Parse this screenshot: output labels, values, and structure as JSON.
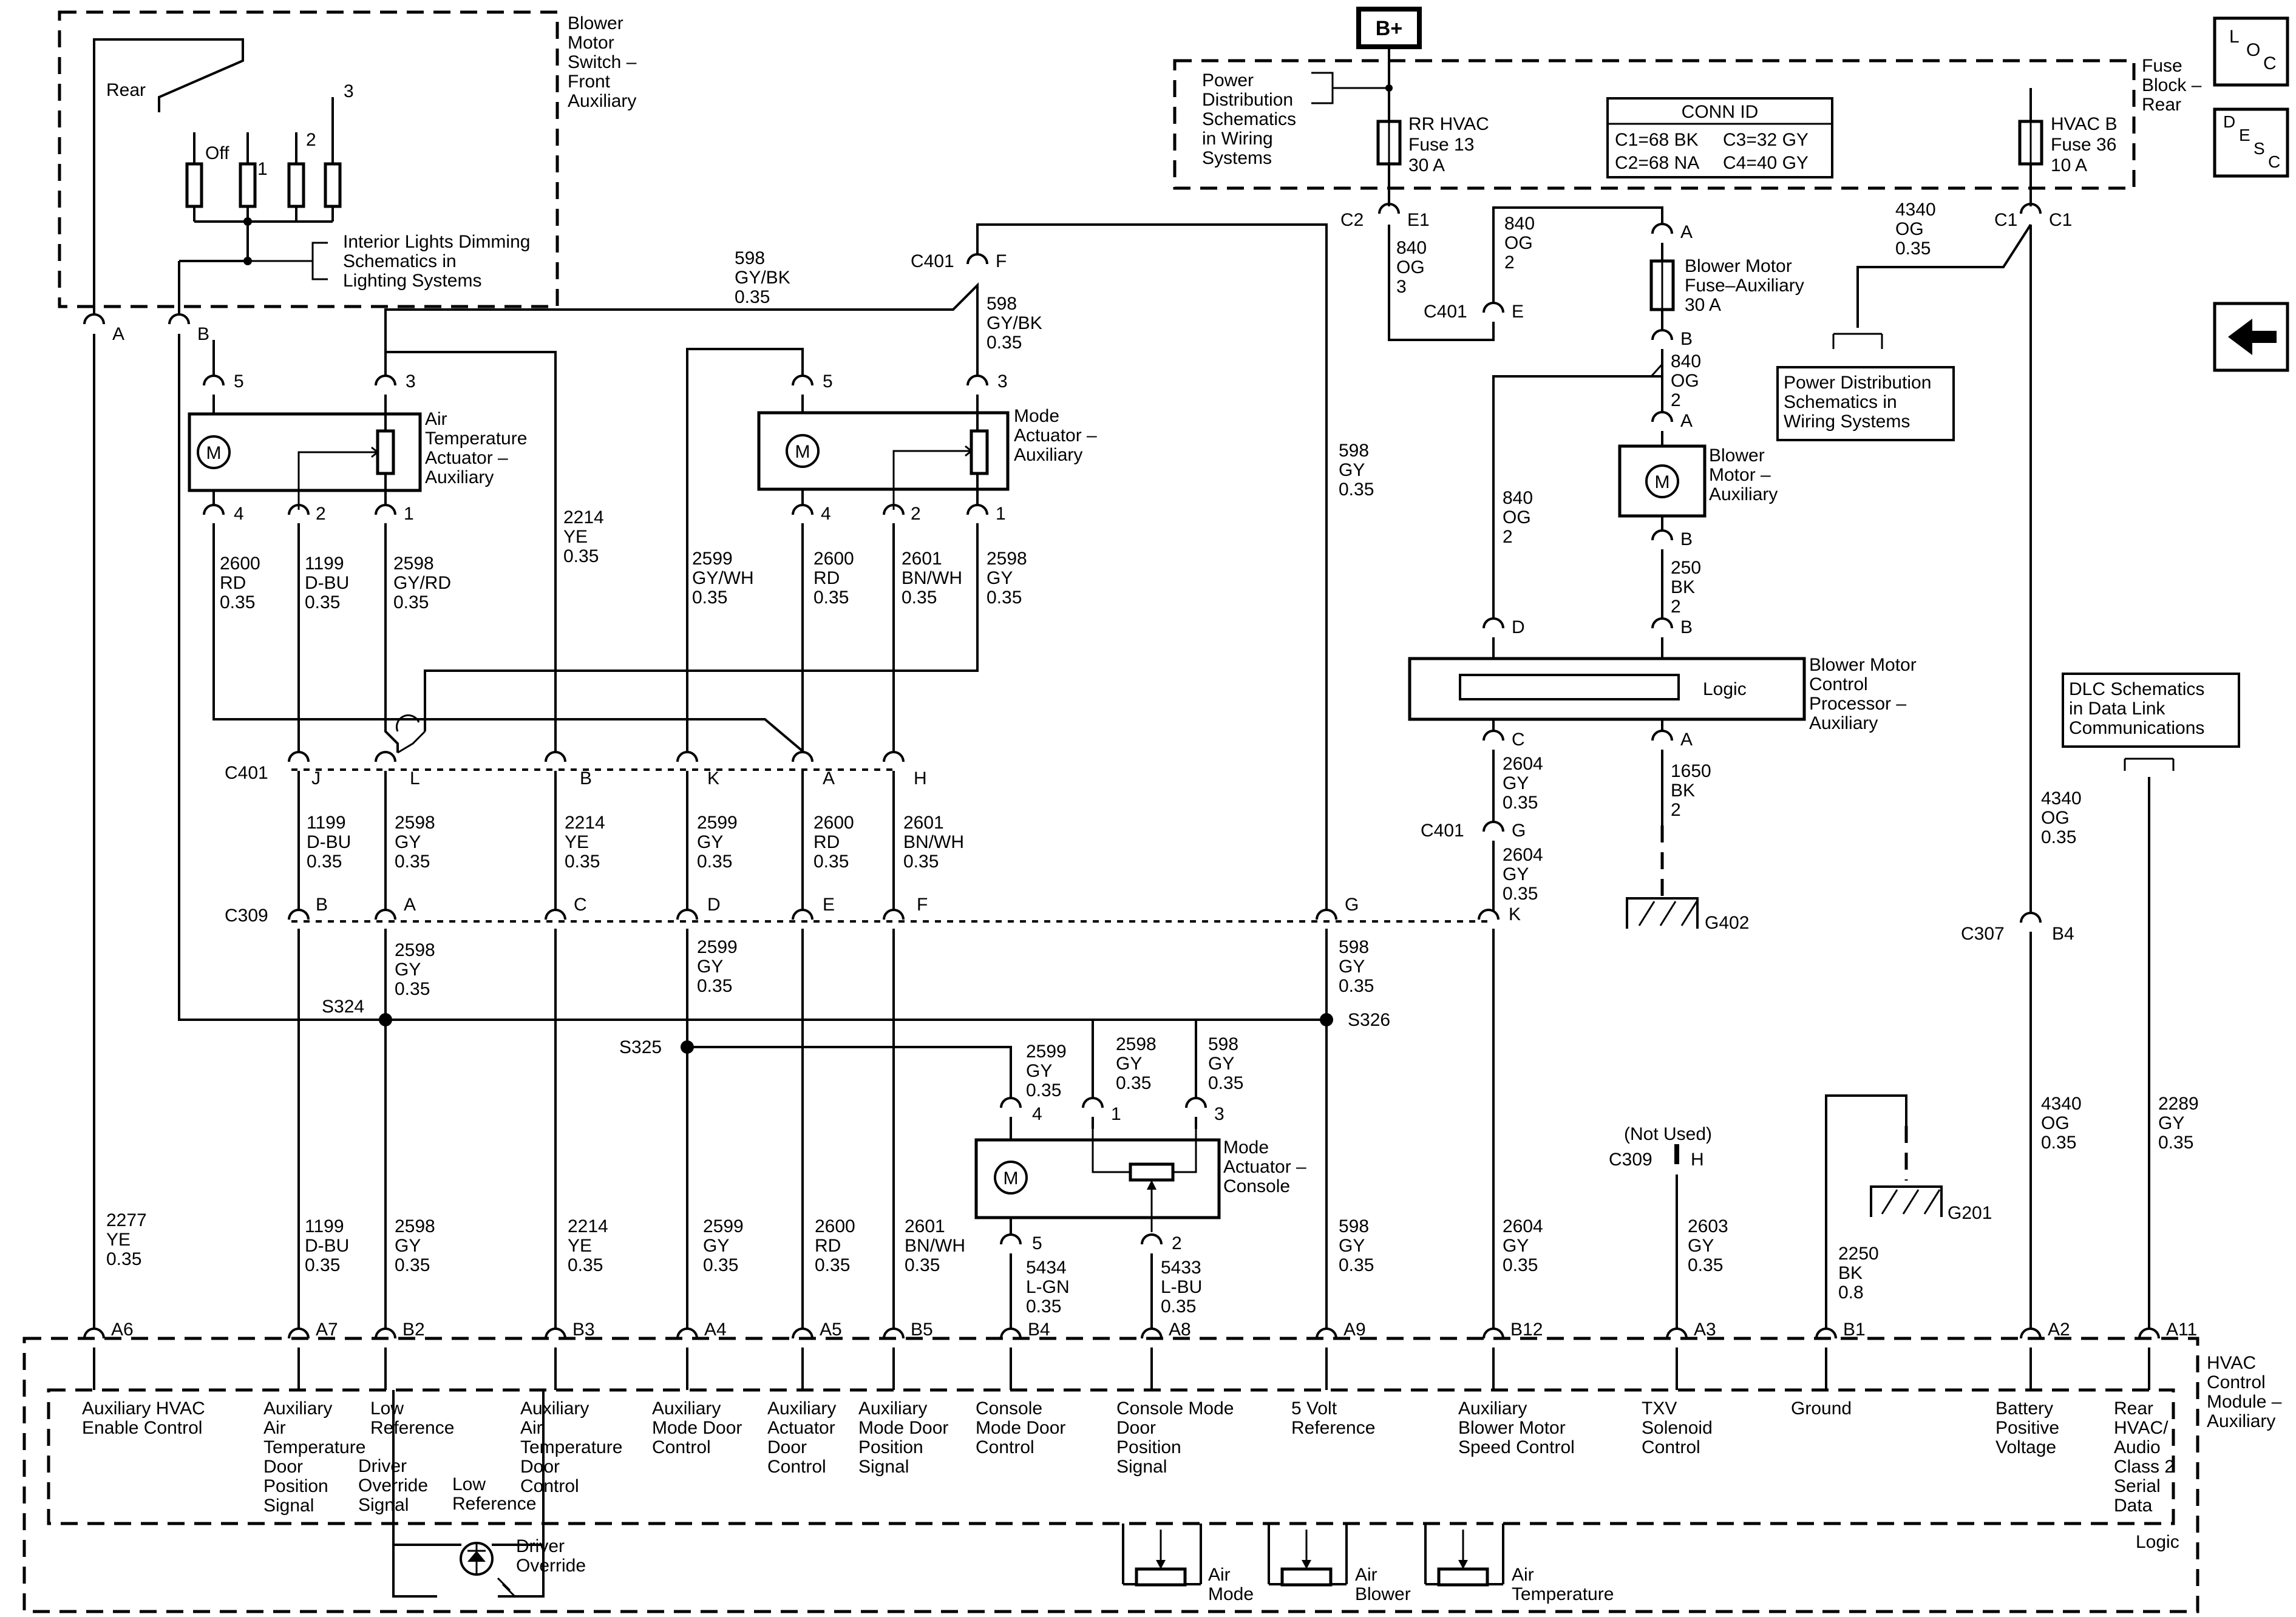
{
  "supply": {
    "label": "B+"
  },
  "fuse_block": {
    "label": "Fuse Block – Rear",
    "power_dist": "Power Distribution Schematics in Wiring Systems",
    "fuse13": "RR HVAC Fuse 13 30 A",
    "fuse36": "HVAC B Fuse 36 10 A",
    "conn_id_title": "CONN ID",
    "conn_id": [
      "C1=68 BK",
      "C3=32 GY",
      "C2=68 NA",
      "C4=40 GY"
    ]
  },
  "nav": {
    "loc": "LOC",
    "desc": "DESC"
  },
  "blower_switch": {
    "label": "Blower Motor Switch – Front Auxiliary",
    "rear": "Rear",
    "off": "Off",
    "p1": "1",
    "p2": "2",
    "p3": "3",
    "dimming": "Interior Lights Dimming Schematics in Lighting Systems"
  },
  "actuators": {
    "air_temp": "Air Temperature Actuator – Auxiliary",
    "mode": "Mode Actuator – Auxiliary",
    "console": "Mode Actuator – Console"
  },
  "blower": {
    "fuse": "Blower Motor Fuse–Auxiliary 30 A",
    "motor": "Blower Motor – Auxiliary",
    "processor": "Blower Motor Control Processor – Auxiliary",
    "logic": "Logic"
  },
  "dlc": "DLC Schematics in Data Link Communications",
  "power_dist2": "Power Distribution Schematics in Wiring Systems",
  "grounds": {
    "g402": "G402",
    "g201": "G201"
  },
  "connectors": {
    "c401": "C401",
    "c309": "C309",
    "c307": "C307",
    "c1": "C1",
    "c2": "C2",
    "s324": "S324",
    "s325": "S325",
    "s326": "S326",
    "not_used": "(Not Used)"
  },
  "wires": {
    "w2277": "2277 YE 0.35",
    "w1199": "1199 D-BU 0.35",
    "w2598gy": "2598 GY 0.35",
    "w2598gyrd": "2598 GY/RD 0.35",
    "w2214": "2214 YE 0.35",
    "w2599gy": "2599 GY 0.35",
    "w2599gywh": "2599 GY/WH 0.35",
    "w2600": "2600 RD 0.35",
    "w2601": "2601 BN/WH 0.35",
    "w598gybk": "598 GY/BK 0.35",
    "w598gy": "598 GY 0.35",
    "w5434": "5434 L-GN 0.35",
    "w5433": "5433 L-BU 0.35",
    "w840_3": "840 OG 3",
    "w840_2": "840 OG 2",
    "w250": "250 BK 2",
    "w2604": "2604 GY 0.35",
    "w1650": "1650 BK 2",
    "w4340": "4340 OG 0.35",
    "w2603": "2603 GY 0.35",
    "w2250": "2250 BK 0.8",
    "w2289": "2289 GY 0.35"
  },
  "module": {
    "label": "HVAC Control Module – Auxiliary",
    "logic": "Logic",
    "pins": [
      {
        "pin": "A6",
        "name": "Auxiliary HVAC Enable Control"
      },
      {
        "pin": "A7",
        "name": "Auxiliary Air Temperature Door Position Signal"
      },
      {
        "pin": "B2",
        "name": "Low Reference"
      },
      {
        "pin": "B3",
        "name": "Auxiliary Air Temperature Door Control"
      },
      {
        "pin": "A4",
        "name": "Auxiliary Mode Door Control"
      },
      {
        "pin": "A5",
        "name": "Auxiliary Actuator Door Control"
      },
      {
        "pin": "B5",
        "name": "Auxiliary Mode Door Position Signal"
      },
      {
        "pin": "B4",
        "name": "Console Mode Door Control"
      },
      {
        "pin": "A8",
        "name": "Console Mode Door Position Signal"
      },
      {
        "pin": "A9",
        "name": "5 Volt Reference"
      },
      {
        "pin": "B12",
        "name": "Auxiliary Blower Motor Speed Control"
      },
      {
        "pin": "A3",
        "name": "TXV Solenoid Control"
      },
      {
        "pin": "B1",
        "name": "Ground"
      },
      {
        "pin": "A2",
        "name": "Battery Positive Voltage"
      },
      {
        "pin": "A11",
        "name": "Rear HVAC/ Audio Class 2 Serial Data"
      }
    ],
    "driver_signal": "Driver Override Signal",
    "low_ref": "Low Reference",
    "driver_override": "Driver Override",
    "pots": [
      "Air Mode",
      "Air Blower",
      "Air Temperature"
    ]
  }
}
